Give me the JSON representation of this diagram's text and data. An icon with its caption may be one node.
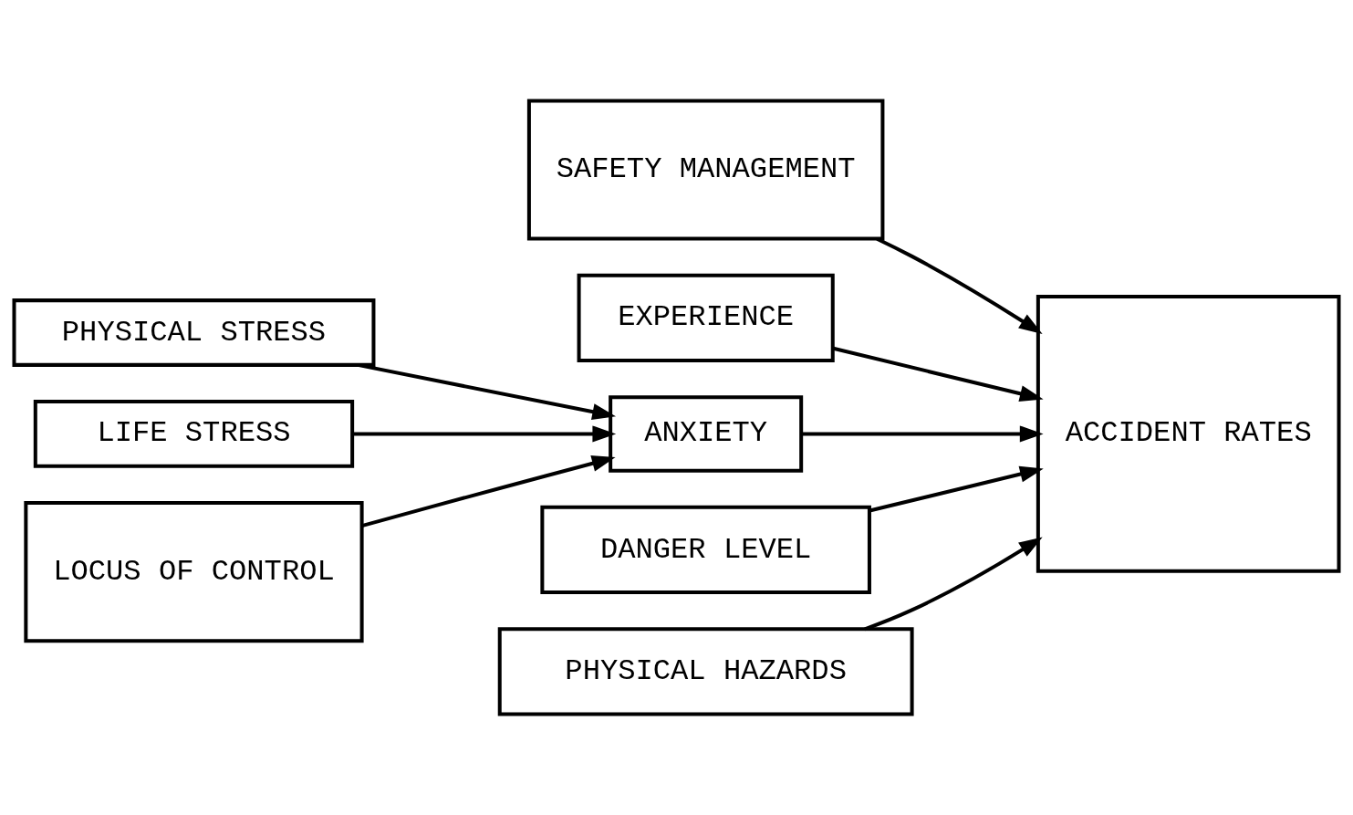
{
  "diagram": {
    "nodes": [
      {
        "text": [
          "SAFETY MANAGEMENT"
        ]
      },
      {
        "text": [
          "EXPERIENCE"
        ]
      },
      {
        "text": [
          "PHYSICAL STRESS"
        ]
      },
      {
        "text": [
          "ANXIETY"
        ]
      },
      {
        "text": [
          "LIFE STRESS"
        ]
      },
      {
        "text": [
          "LOCUS OF CONTROL"
        ]
      },
      {
        "text": [
          "ACCIDENT RATES"
        ]
      },
      {
        "text": [
          "DANGER LEVEL"
        ]
      },
      {
        "text": [
          "PHYSICAL HAZARDS"
        ]
      }
    ],
    "edges": [
      {
        "from": 0,
        "to": 6,
        "arrow": "to"
      },
      {
        "from": 1,
        "to": 6,
        "arrow": "to"
      },
      {
        "from": 2,
        "to": 3,
        "arrow": "to"
      },
      {
        "from": 4,
        "to": 3,
        "arrow": "to"
      },
      {
        "from": 5,
        "to": 3,
        "arrow": "to"
      },
      {
        "from": 3,
        "to": 6,
        "arrow": "to"
      },
      {
        "from": 7,
        "to": 6,
        "arrow": "to"
      },
      {
        "from": 8,
        "to": 6,
        "arrow": "to"
      }
    ]
  }
}
